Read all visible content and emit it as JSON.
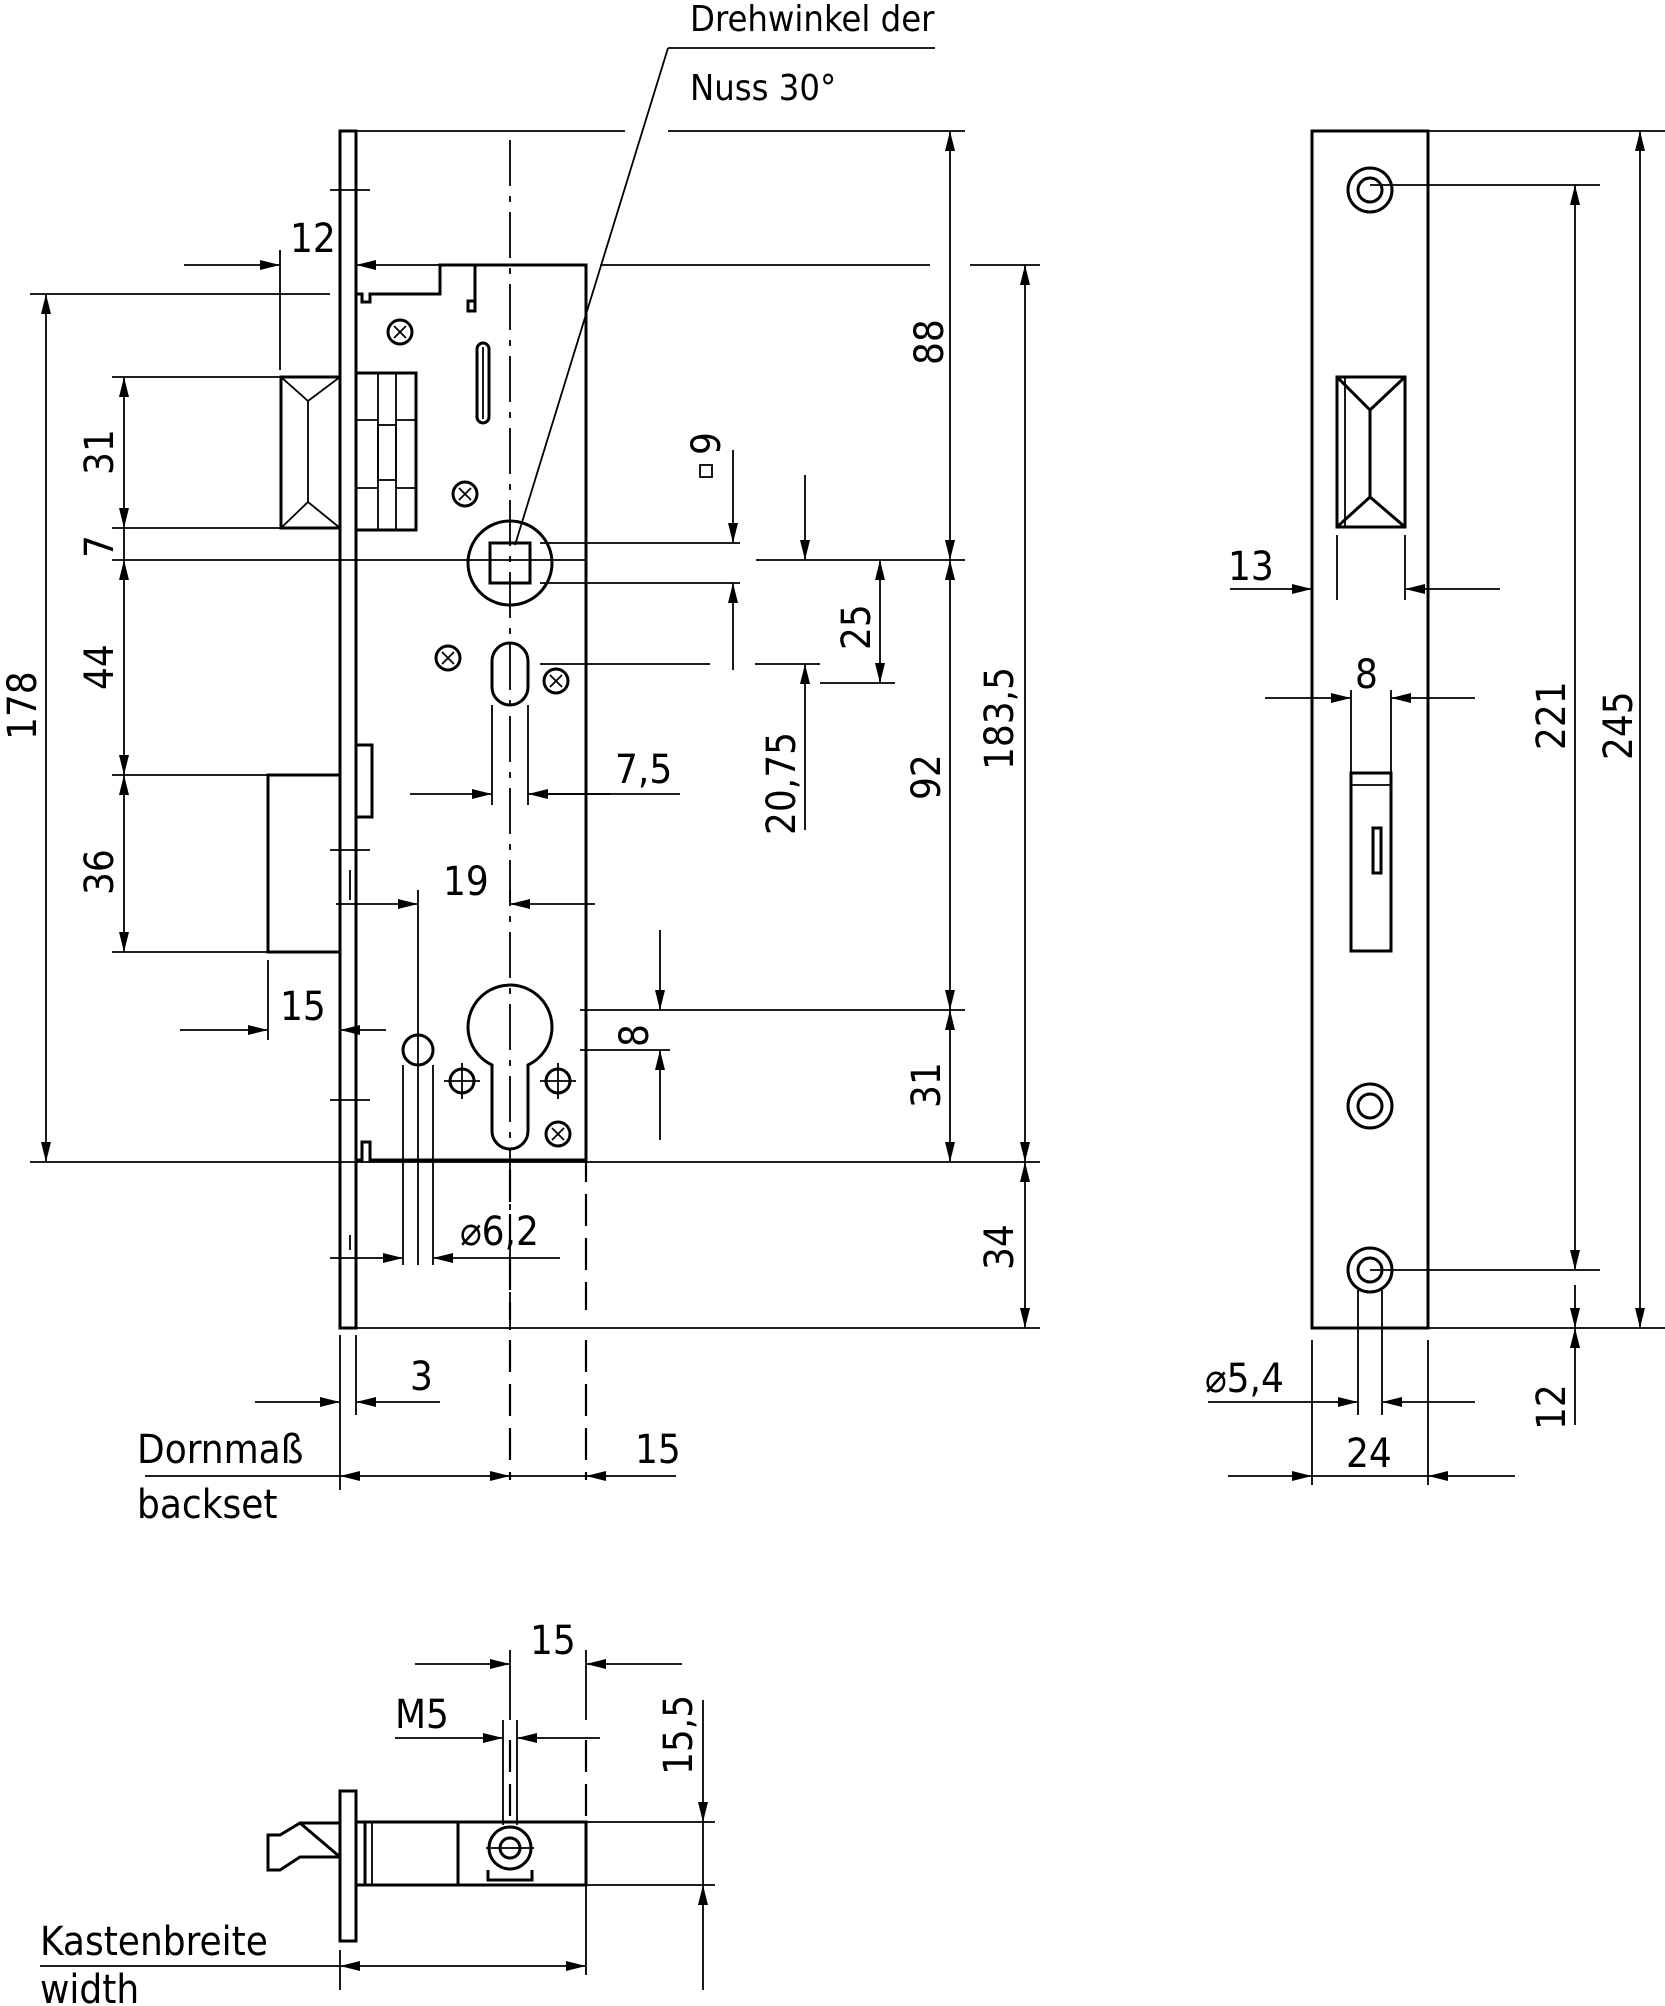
{
  "annotations": {
    "drehwinkel_line1": "Drehwinkel der",
    "drehwinkel_line2": "Nuss 30°",
    "dornmass": "Dornmaß",
    "backset": "backset",
    "kastenbreite": "Kastenbreite",
    "width": "width"
  },
  "dimensions": {
    "d12_top": "12",
    "d88": "88",
    "d9": "9",
    "d31_left": "31",
    "d7": "7",
    "d25": "25",
    "d44": "44",
    "d178": "178",
    "d183_5": "183,5",
    "d92": "92",
    "d20_75": "20,75",
    "d7_5": "7,5",
    "d36": "36",
    "d19": "19",
    "d15_left": "15",
    "d8_cyl": "8",
    "d31_right": "31",
    "d6_2": "⌀6,2",
    "d34": "34",
    "d3": "3",
    "d15_backset": "15",
    "d13": "13",
    "d8_side": "8",
    "d221": "221",
    "d245": "245",
    "d5_4": "⌀5,4",
    "d24": "24",
    "d12_side": "12",
    "d15_bottom": "15",
    "dM5": "M5",
    "d15_5": "15,5"
  }
}
